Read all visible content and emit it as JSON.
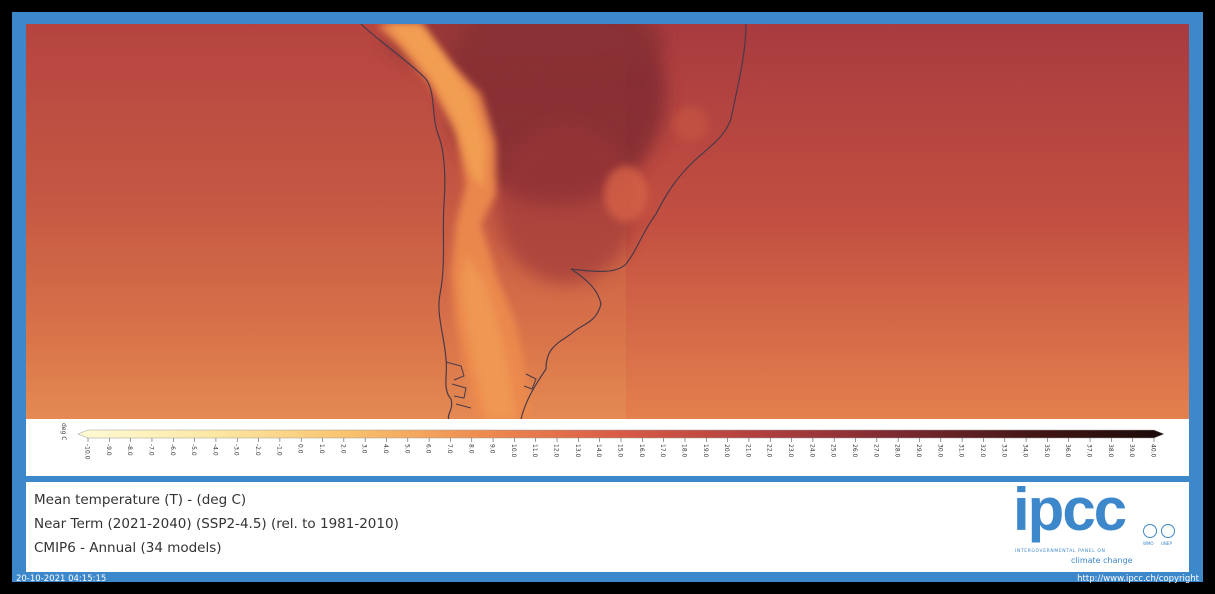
{
  "map": {
    "background_color": "#bf5740",
    "coastline_color": "#4a3a48"
  },
  "legend": {
    "unit": "deg C",
    "ticks": [
      "-10.0",
      "-9.0",
      "-8.0",
      "-7.0",
      "-6.0",
      "-5.0",
      "-4.0",
      "-3.0",
      "-2.0",
      "-1.0",
      "0.0",
      "1.0",
      "2.0",
      "3.0",
      "4.0",
      "5.0",
      "6.0",
      "7.0",
      "8.0",
      "9.0",
      "10.0",
      "11.0",
      "12.0",
      "13.0",
      "14.0",
      "15.0",
      "16.0",
      "17.0",
      "18.0",
      "19.0",
      "20.0",
      "21.0",
      "22.0",
      "23.0",
      "24.0",
      "25.0",
      "26.0",
      "27.0",
      "28.0",
      "29.0",
      "30.0",
      "31.0",
      "32.0",
      "33.0",
      "34.0",
      "35.0",
      "36.0",
      "37.0",
      "38.0",
      "39.0",
      "40.0"
    ],
    "min": -10,
    "max": 40,
    "colors": [
      "#fffbd6",
      "#fde8a4",
      "#f9c26d",
      "#ee8a4f",
      "#d85a46",
      "#b2403f",
      "#7e2a31",
      "#451716",
      "#1a0a08"
    ]
  },
  "info": {
    "line1": "Mean temperature (T) -  (deg C)",
    "line2": "Near Term (2021-2040) (SSP2-4.5) (rel. to 1981-2010)",
    "line3": "CMIP6 - Annual (34 models)"
  },
  "logo": {
    "text": "ipcc",
    "subtitle": "INTERGOVERNMENTAL PANEL ON",
    "subtitle2": "climate change",
    "emblem1": "WMO",
    "emblem2": "UNEP"
  },
  "footer": {
    "timestamp": "20-10-2021 04:15:15",
    "copyright": "http://www.ipcc.ch/copyright"
  },
  "colors": {
    "frame": "#3d87cb",
    "background": "#000000"
  }
}
